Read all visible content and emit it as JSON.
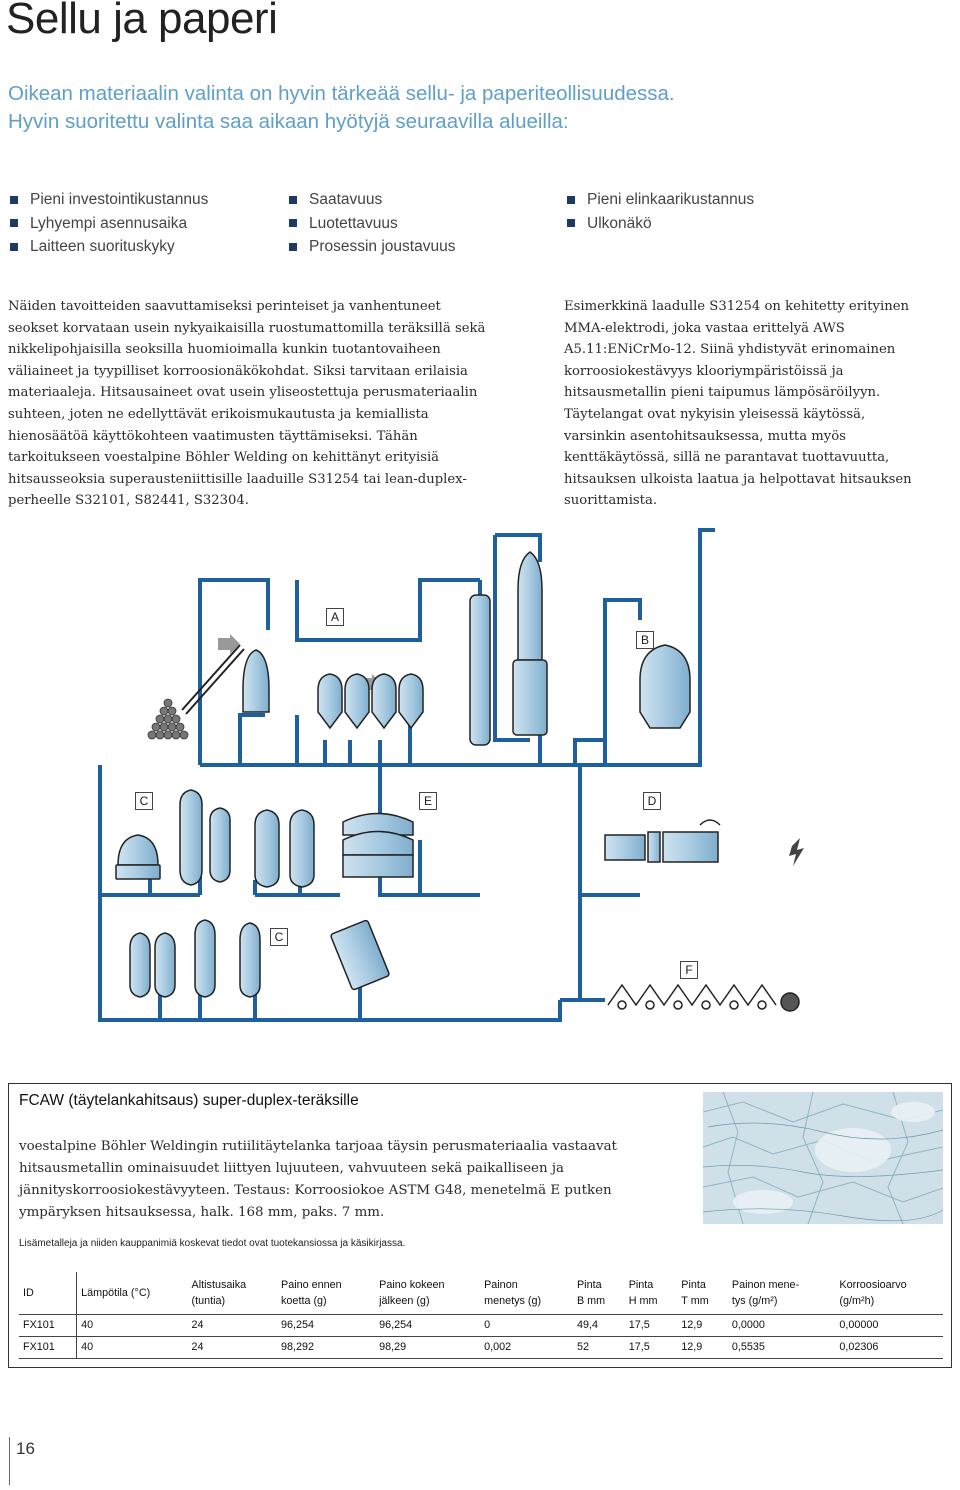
{
  "title": "Sellu ja paperi",
  "intro": [
    "Oikean materiaalin valinta on hyvin tärkeää sellu- ja paperiteollisuudessa.",
    "Hyvin suoritettu valinta saa aikaan hyötyjä seuraavilla alueilla:"
  ],
  "benefits": {
    "col1": [
      "Pieni investointikustannus",
      "Lyhyempi asennusaika",
      "Laitteen suorituskyky"
    ],
    "col2": [
      "Saatavuus",
      "Luotettavuus",
      "Prosessin joustavuus"
    ],
    "col3": [
      "Pieni elinkaarikustannus",
      "Ulkonäkö"
    ]
  },
  "body_left": [
    "Näiden tavoitteiden saavuttamiseksi perinteiset ja vanhentuneet",
    "seokset korvataan usein nykyaikaisilla ruostumattomilla teräksillä sekä",
    "nikkelipohjaisilla seoksilla huomioimalla kunkin tuotantovaiheen",
    "väliaineet ja tyypilliset korroosionäkökohdat. Siksi tarvitaan erilaisia",
    "materiaaleja. Hitsausaineet ovat usein yliseostettuja perusmateriaalin",
    "suhteen, joten ne edellyttävät erikoismukautusta ja kemiallista",
    "hienosäätöä käyttökohteen vaatimusten täyttämiseksi. Tähän",
    "tarkoitukseen voestalpine Böhler Welding on kehittänyt erityisiä",
    "hitsausseoksia superausteniittisille laaduille S31254 tai lean-duplex-",
    "perheelle S32101, S82441, S32304."
  ],
  "body_right": [
    "Esimerkkinä laadulle S31254 on kehitetty erityinen",
    "MMA-elektrodi, joka vastaa erittelyä AWS",
    "A5.11:ENiCrMo-12. Siinä yhdistyvät erinomainen",
    "korroosiokestävyys klooriympäristöissä ja",
    "hitsausmetallin pieni taipumus lämpösäröilyyn.",
    "Täytelangat ovat nykyisin yleisessä käytössä,",
    "varsinkin asentohitsauksessa, mutta myös",
    "kenttäkäytössä, sillä ne parantavat tuottavuutta,",
    "hitsauksen ulkoista laatua ja helpottavat hitsauksen",
    "suorittamista."
  ],
  "diagram_labels": {
    "a": "A",
    "b": "B",
    "c1": "C",
    "e": "E",
    "d": "D",
    "c2": "C",
    "f": "F"
  },
  "fcaw": {
    "heading": "FCAW (täytelankahitsaus) super-duplex-teräksille",
    "desc": [
      "voestalpine Böhler Weldingin rutiilitäytelanka tarjoaa täysin perusmateriaalia vastaavat",
      "hitsausmetallin ominaisuudet liittyen lujuuteen, vahvuuteen sekä paikalliseen ja",
      "jännityskorroosiokestävyyteen. Testaus: Korroosiokoe ASTM G48, menetelmä E putken",
      "ympäryksen hitsauksessa, halk. 168 mm, paks. 7 mm."
    ],
    "note": "Lisämetalleja ja niiden kauppanimiä koskevat tiedot ovat tuotekansiossa ja käsikirjassa.",
    "table": {
      "headers": [
        [
          "ID",
          ""
        ],
        [
          "Lämpötila (°C)",
          ""
        ],
        [
          "Altistusaika",
          "(tuntia)"
        ],
        [
          "Paino ennen",
          "koetta (g)"
        ],
        [
          "Paino kokeen",
          "jälkeen (g)"
        ],
        [
          "Painon",
          "menetys (g)"
        ],
        [
          "Pinta",
          "B mm"
        ],
        [
          "Pinta",
          "H mm"
        ],
        [
          "Pinta",
          "T mm"
        ],
        [
          "Painon mene-",
          "tys (g/m²)"
        ],
        [
          "Korroosioarvo",
          "(g/m²h)"
        ]
      ],
      "rows": [
        [
          "FX101",
          "40",
          "24",
          "96,254",
          "96,254",
          "0",
          "49,4",
          "17,5",
          "12,9",
          "0,0000",
          "0,00000"
        ],
        [
          "FX101",
          "40",
          "24",
          "98,292",
          "98,29",
          "0,002",
          "52",
          "17,5",
          "12,9",
          "0,5535",
          "0,02306"
        ]
      ]
    }
  },
  "page_number": "16",
  "colors": {
    "accent": "#5f9fc9",
    "pipe": "#1e5f9e",
    "equipment": "#9fc4dc",
    "bullet": "#1e3a63"
  }
}
